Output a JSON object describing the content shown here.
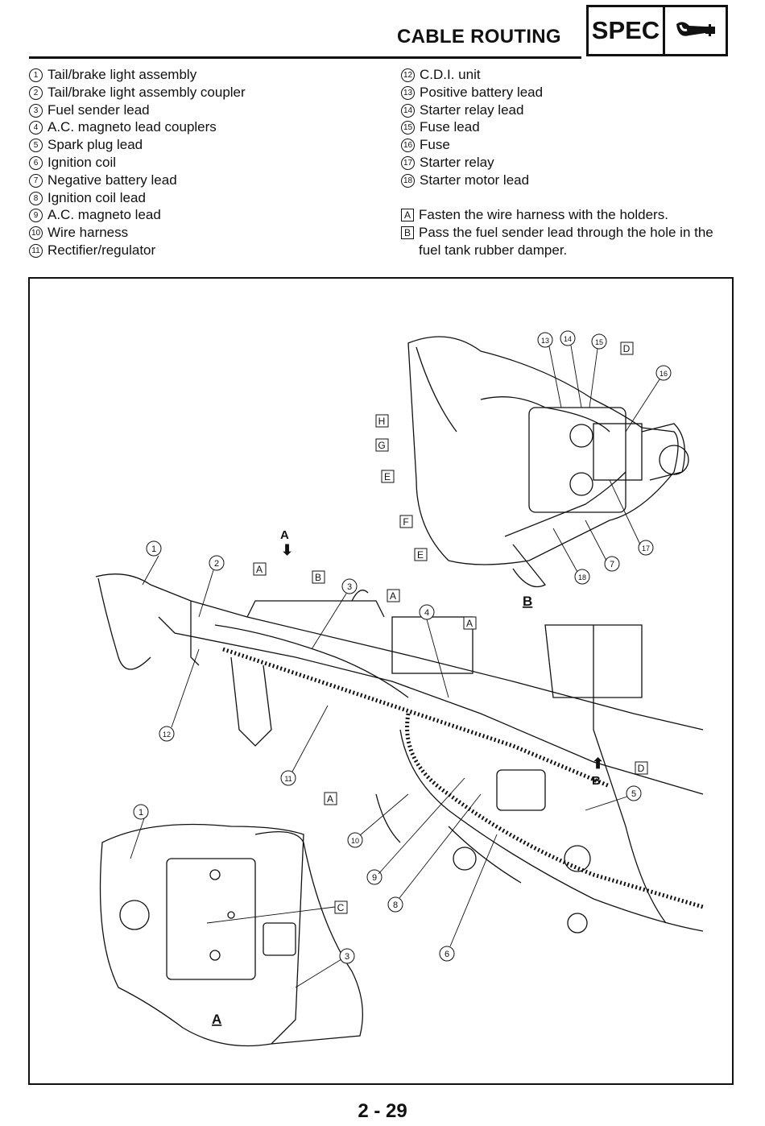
{
  "header": {
    "title": "CABLE ROUTING",
    "badge": "SPEC",
    "badge_icon": "wrench-icon"
  },
  "legend_left": [
    {
      "n": "1",
      "text": "Tail/brake light assembly"
    },
    {
      "n": "2",
      "text": "Tail/brake light assembly coupler"
    },
    {
      "n": "3",
      "text": "Fuel sender lead"
    },
    {
      "n": "4",
      "text": "A.C. magneto lead couplers"
    },
    {
      "n": "5",
      "text": "Spark plug lead"
    },
    {
      "n": "6",
      "text": "Ignition coil"
    },
    {
      "n": "7",
      "text": "Negative battery lead"
    },
    {
      "n": "8",
      "text": "Ignition coil lead"
    },
    {
      "n": "9",
      "text": "A.C. magneto lead"
    },
    {
      "n": "10",
      "text": "Wire harness"
    },
    {
      "n": "11",
      "text": "Rectifier/regulator"
    }
  ],
  "legend_right": [
    {
      "n": "12",
      "text": "C.D.I. unit"
    },
    {
      "n": "13",
      "text": "Positive battery lead"
    },
    {
      "n": "14",
      "text": "Starter relay lead"
    },
    {
      "n": "15",
      "text": "Fuse lead"
    },
    {
      "n": "16",
      "text": "Fuse"
    },
    {
      "n": "17",
      "text": "Starter relay"
    },
    {
      "n": "18",
      "text": "Starter motor lead"
    }
  ],
  "notes": [
    {
      "key": "A",
      "text": "Fasten the wire harness with the holders."
    },
    {
      "key": "B",
      "text": "Pass the fuel sender lead through the hole in the fuel tank rubber damper."
    }
  ],
  "figure": {
    "view_labels": [
      "A",
      "B"
    ],
    "callouts": [
      "1",
      "2",
      "3",
      "4",
      "5",
      "6",
      "7",
      "8",
      "9",
      "10",
      "11",
      "12",
      "13",
      "14",
      "15",
      "16",
      "17",
      "18",
      "1",
      "3"
    ],
    "box_labels": [
      "A",
      "B",
      "A",
      "A",
      "A",
      "D",
      "H",
      "G",
      "E",
      "F",
      "E",
      "D",
      "C"
    ]
  },
  "page_number": "2 - 29"
}
